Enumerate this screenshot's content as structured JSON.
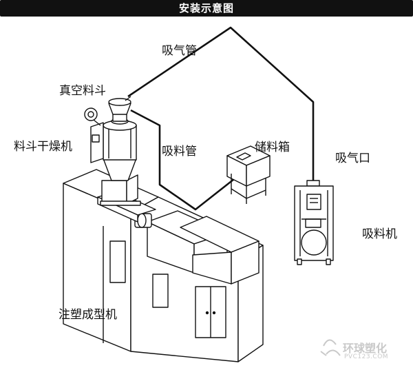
{
  "header": {
    "title": "安装示意图"
  },
  "labels": {
    "suction_pipe": "吸气管",
    "vacuum_hopper": "真空料斗",
    "hopper_dryer": "料斗干燥机",
    "feed_pipe": "吸料管",
    "storage_box": "储料箱",
    "air_outlet": "吸气口",
    "loader": "吸料机",
    "injection_machine": "注塑成型机"
  },
  "watermark": {
    "name": "环球塑化",
    "site": "PVC123.COM"
  },
  "colors": {
    "line": "#111111",
    "bar": "#111111",
    "watermark": "#c9c9c9"
  }
}
